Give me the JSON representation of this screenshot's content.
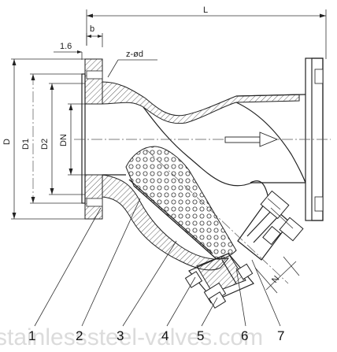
{
  "diagram": {
    "dimensions": {
      "L": "L",
      "b": "b",
      "raised_face": "1.6",
      "bolt_holes": "z-ød",
      "D": "D",
      "D1": "D1",
      "D2": "D2",
      "DN": "DN",
      "N": "N"
    },
    "callouts": [
      "1",
      "2",
      "3",
      "4",
      "5",
      "6",
      "7"
    ],
    "watermark": "stainlesssteel-valves.com"
  }
}
